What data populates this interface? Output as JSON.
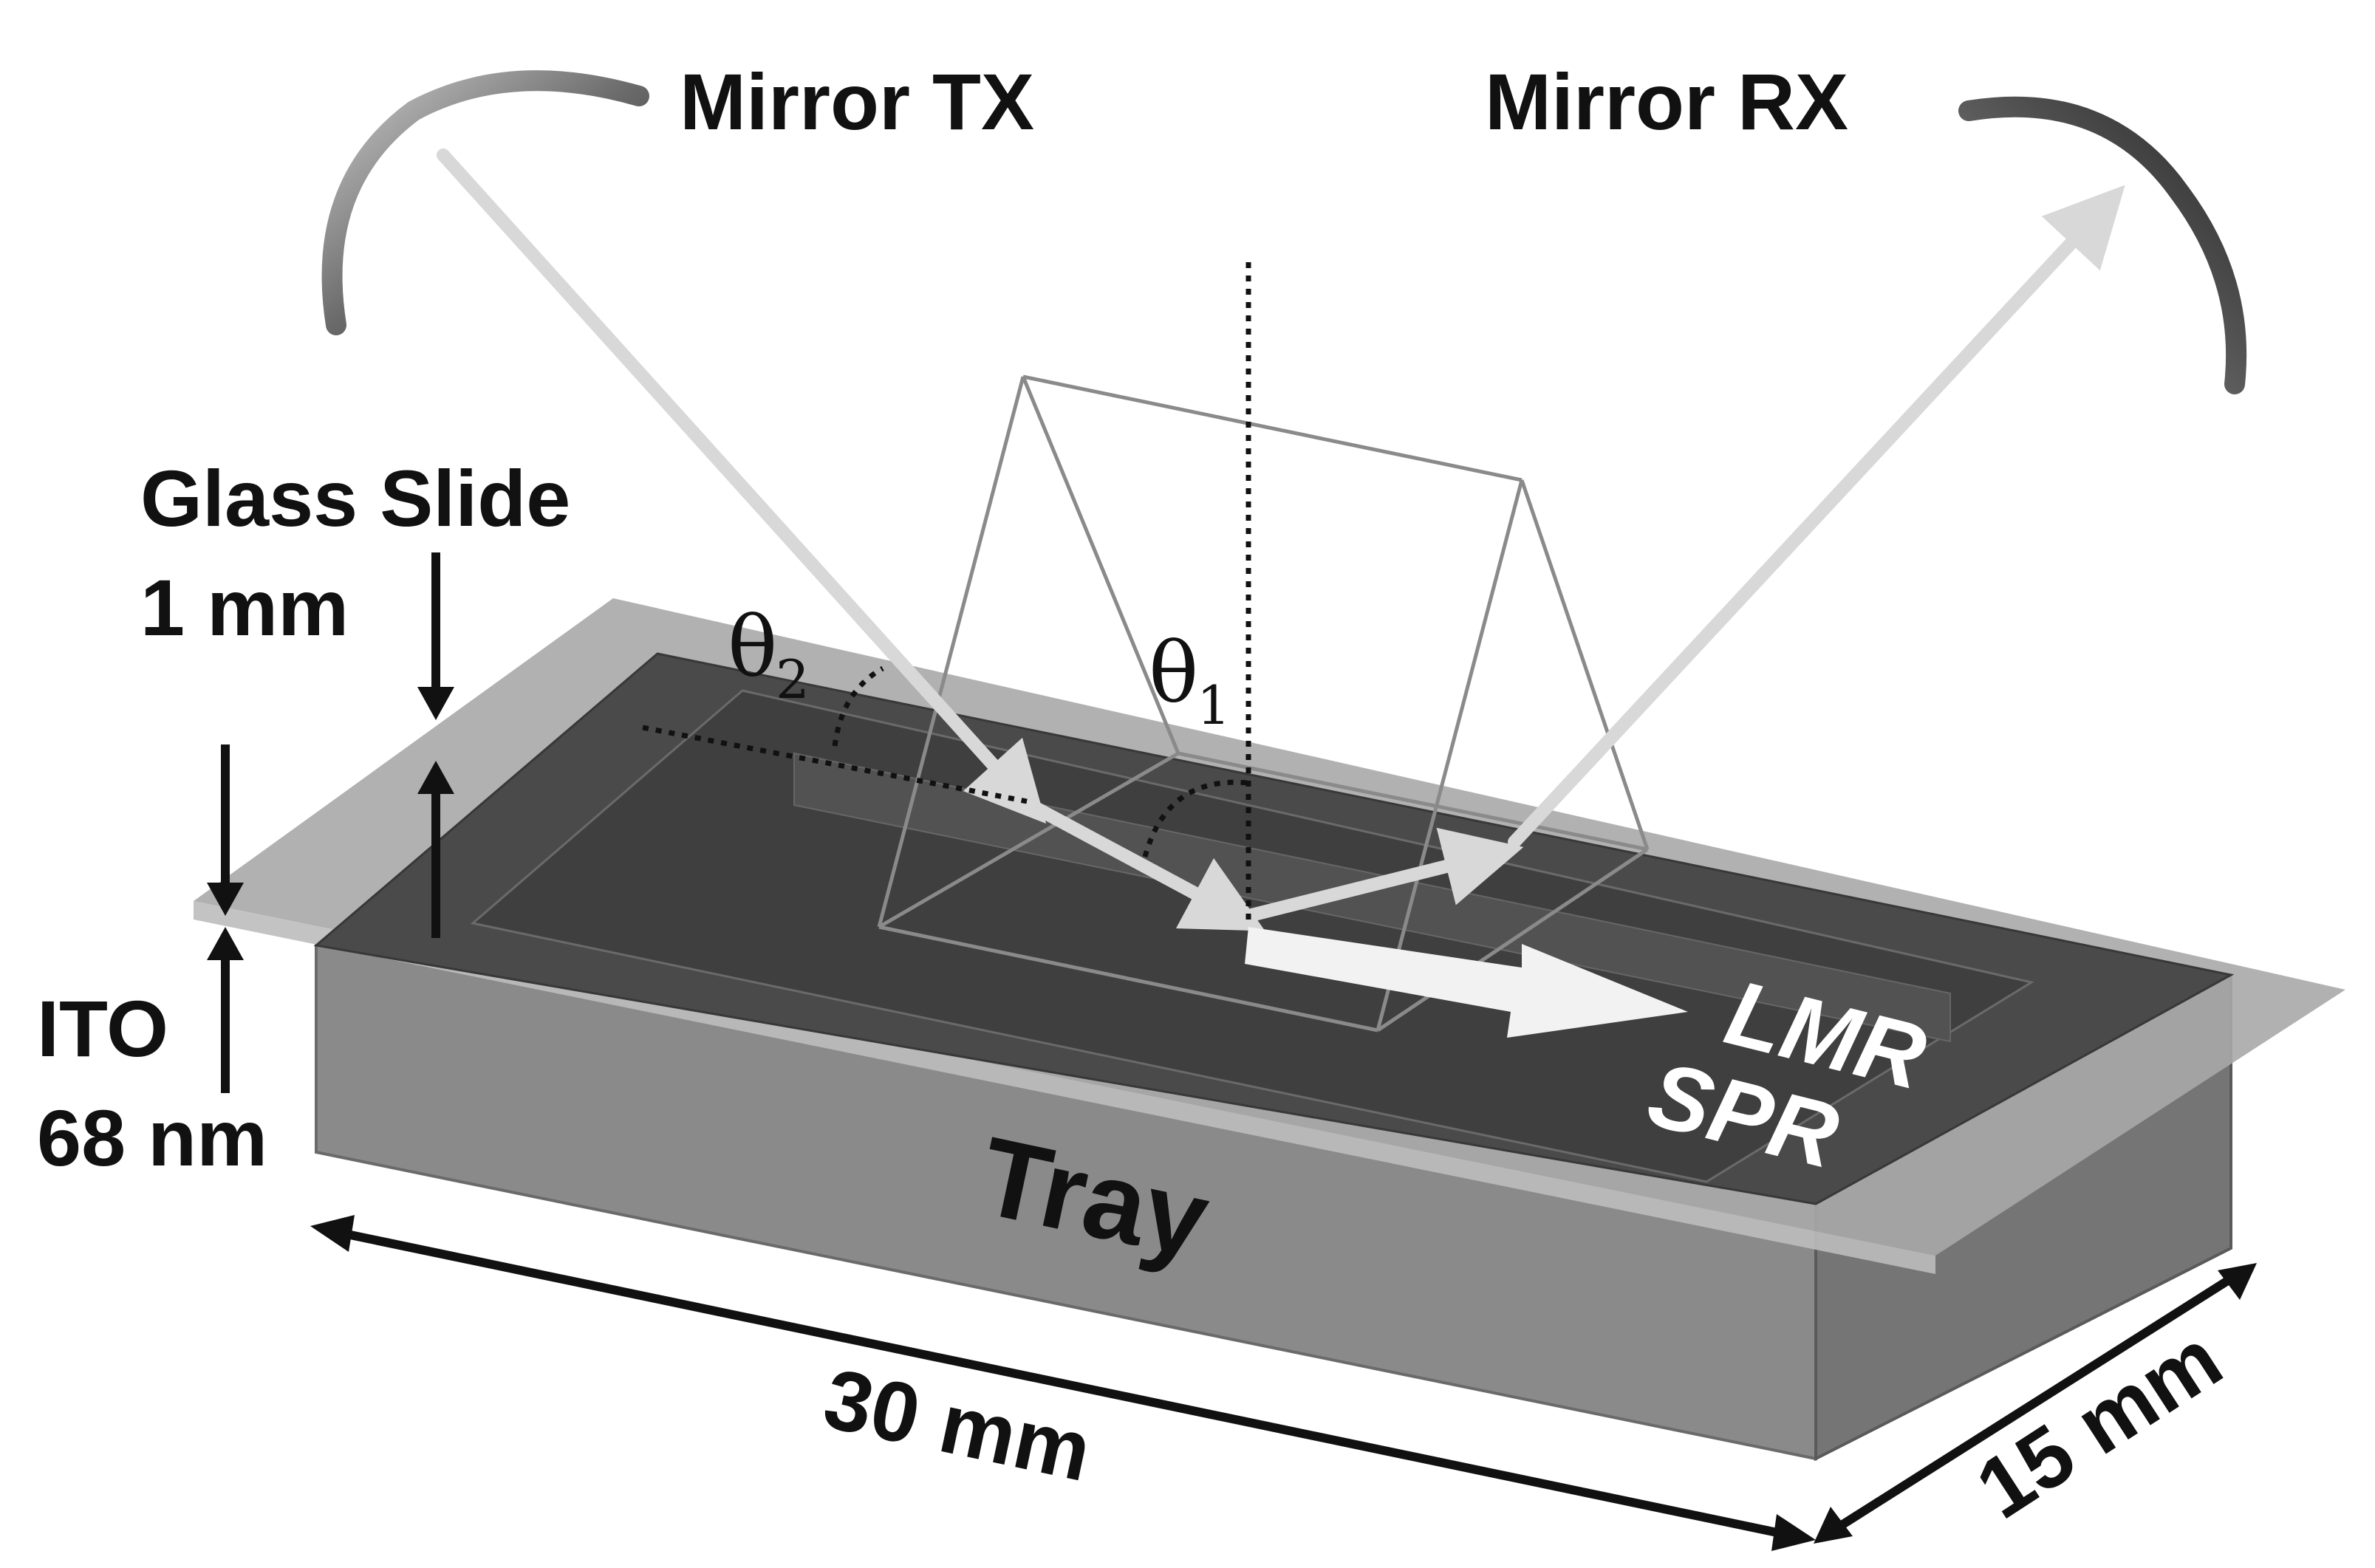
{
  "labels": {
    "mirror_tx": "Mirror TX",
    "mirror_rx": "Mirror RX",
    "glass_slide": "Glass Slide",
    "glass_thickness": "1 mm",
    "ito": "ITO",
    "ito_thickness": "68 nm",
    "tray": "Tray",
    "length": "30 mm",
    "width": "15 mm",
    "lmr": "LMR",
    "spr": "SPR",
    "theta_symbol": "θ",
    "theta1_sub": "1",
    "theta2_sub": "2"
  },
  "colors": {
    "background": "#ffffff",
    "tray_front": "#8a8a8a",
    "tray_side": "#7a7a7a",
    "tray_top": "#4a4a4a",
    "glass": "#a9a9a9",
    "beam": "#d8d8d8",
    "text": "#111111",
    "prism_edge": "#8a8a8a"
  }
}
